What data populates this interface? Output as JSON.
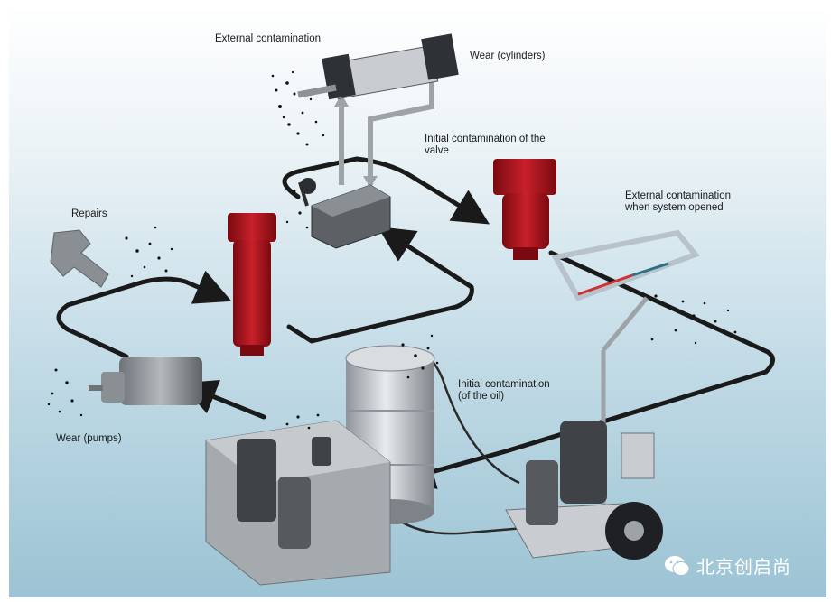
{
  "labels": {
    "external_contamination": "External contamination",
    "wear_cylinders": "Wear (cylinders)",
    "initial_contamination_valve": "Initial contamination of the\nvalve",
    "external_contamination_opened": "External contamination\nwhen system opened",
    "repairs": "Repairs",
    "initial_contamination_oil": "Initial contamination\n(of the oil)",
    "wear_pumps": "Wear (pumps)"
  },
  "watermark": {
    "text": "北京创启尚",
    "icon": "wechat-icon"
  },
  "colors": {
    "filter_red": "#b3121c",
    "pipe": "#1a1a1a",
    "machine_grey": "#8a8f94",
    "background_bottom": "#9cc3d4"
  }
}
